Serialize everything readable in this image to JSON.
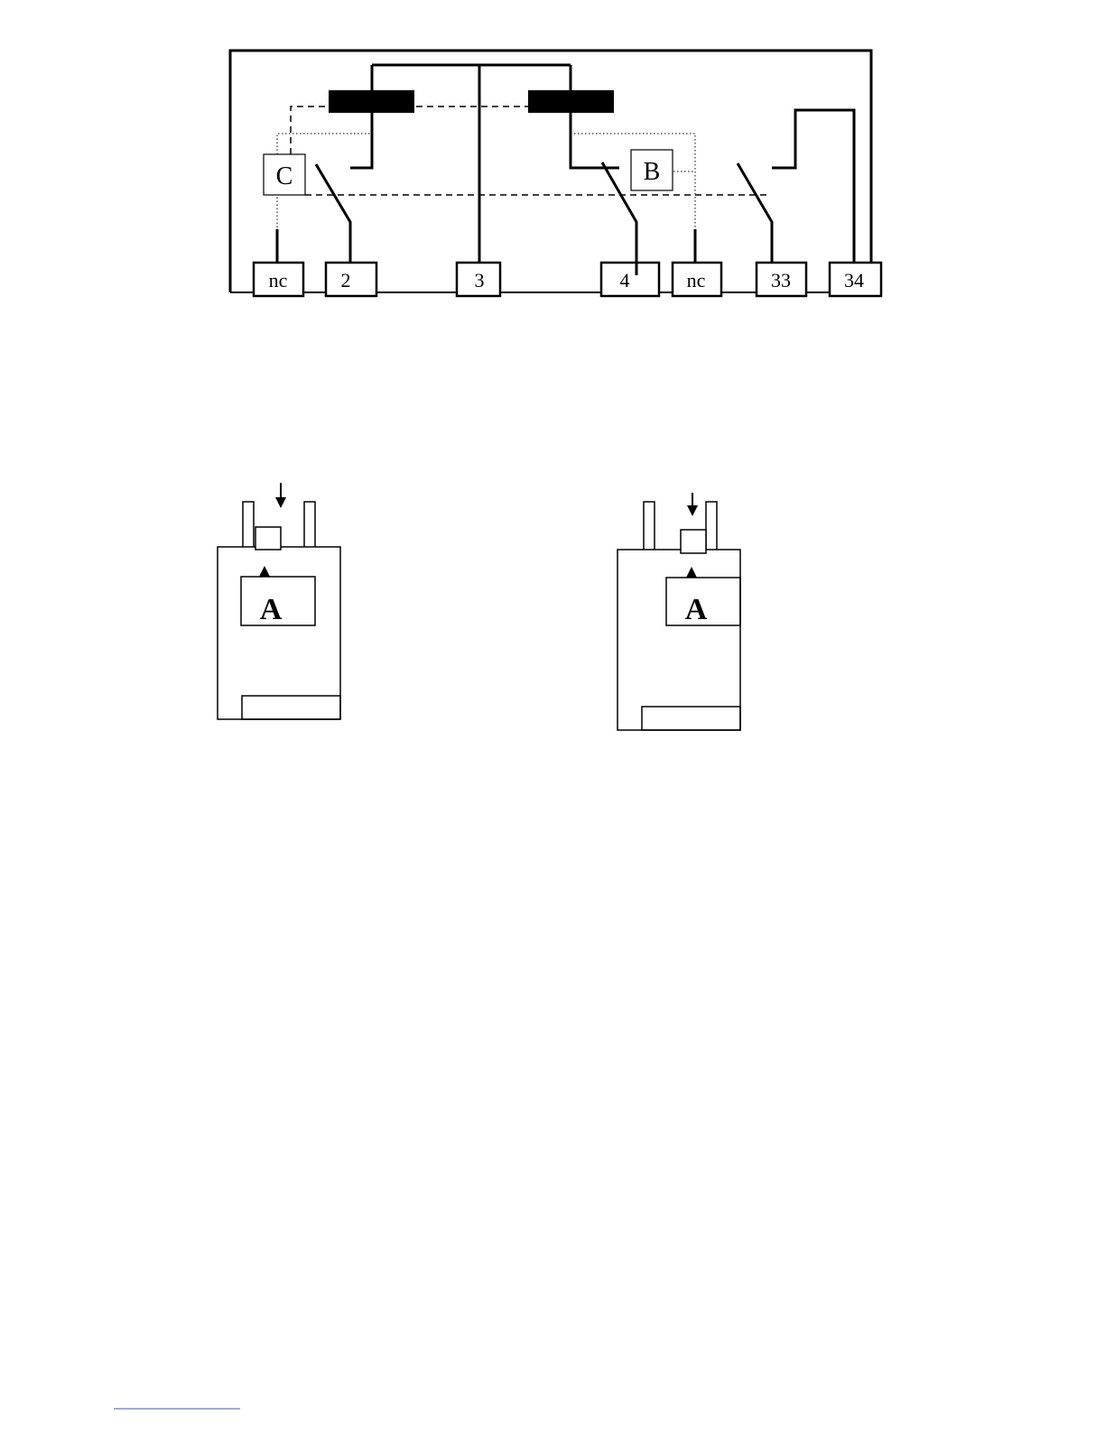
{
  "schematic": {
    "terminals": [
      "nc",
      "2",
      "3",
      "4",
      "nc",
      "33",
      "34"
    ],
    "component_c": "C",
    "component_b": "B"
  },
  "devices": [
    {
      "label": "A"
    },
    {
      "label": "A"
    }
  ]
}
